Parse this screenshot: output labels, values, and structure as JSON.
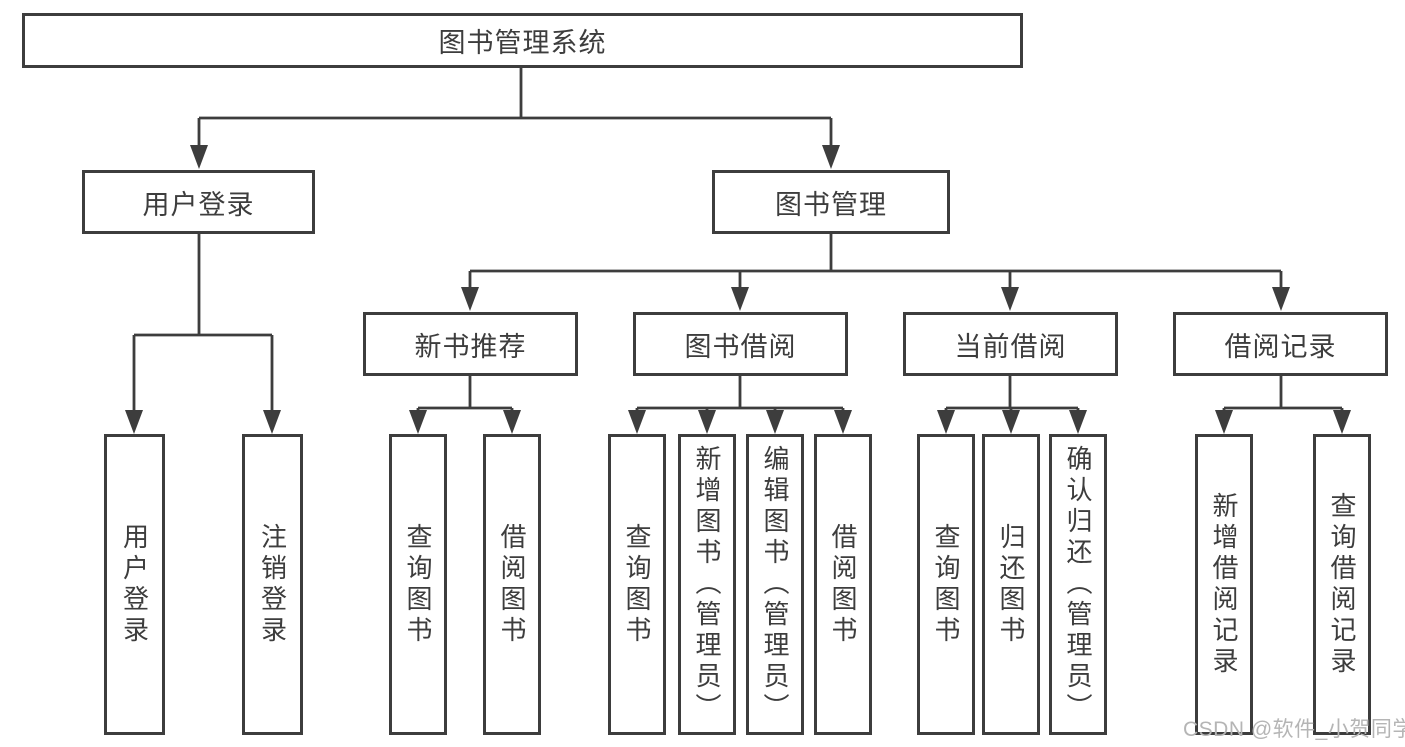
{
  "diagram": {
    "tree": {
      "root": {
        "label": "图书管理系统",
        "children": [
          {
            "label": "用户登录",
            "children": [
              {
                "label": "用户登录"
              },
              {
                "label": "注销登录"
              }
            ]
          },
          {
            "label": "图书管理",
            "children": [
              {
                "label": "新书推荐",
                "children": [
                  {
                    "label": "查询图书"
                  },
                  {
                    "label": "借阅图书"
                  }
                ]
              },
              {
                "label": "图书借阅",
                "children": [
                  {
                    "label": "查询图书"
                  },
                  {
                    "label": "新增图书（管理员）"
                  },
                  {
                    "label": "编辑图书（管理员）"
                  },
                  {
                    "label": "借阅图书"
                  }
                ]
              },
              {
                "label": "当前借阅",
                "children": [
                  {
                    "label": "查询图书"
                  },
                  {
                    "label": "归还图书"
                  },
                  {
                    "label": "确认归还（管理员）"
                  }
                ]
              },
              {
                "label": "借阅记录",
                "children": [
                  {
                    "label": "新增借阅记录"
                  },
                  {
                    "label": "查询借阅记录"
                  }
                ]
              }
            ]
          }
        ]
      }
    },
    "colors": {
      "line": "#3d3d3d",
      "text": "#3d3d3d",
      "background": "#ffffff",
      "watermark": "#b5b5b5"
    }
  },
  "watermark": {
    "text": "CSDN @软件_小贺同学"
  }
}
